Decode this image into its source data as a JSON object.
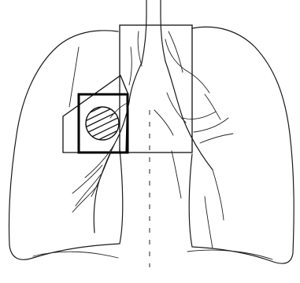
{
  "figure": {
    "stroke_color": "#1a1a1a",
    "background_color": "#ffffff",
    "elements": [
      "lung-outline",
      "mediastinum-box",
      "hilar-box",
      "hilar-lymph-node",
      "bronchial-tree"
    ]
  }
}
